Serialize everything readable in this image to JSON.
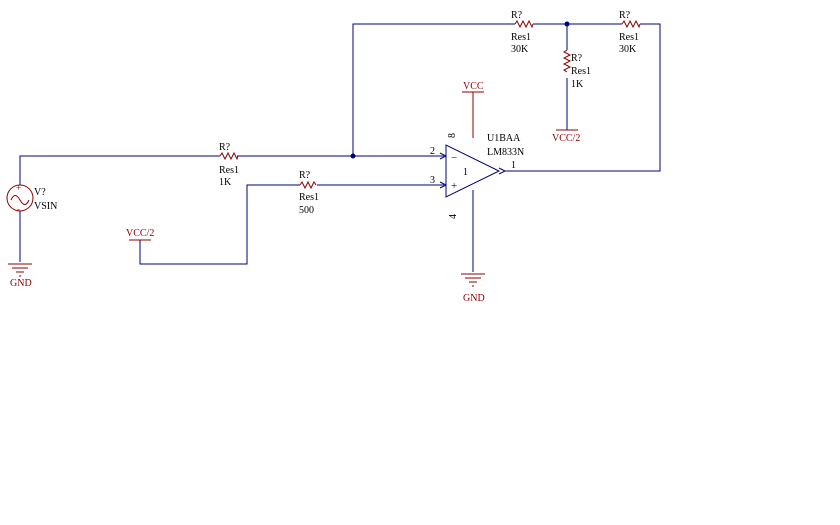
{
  "resistors": [
    {
      "id": "r-input",
      "designator": "R?",
      "type": "Res1",
      "value": "1K"
    },
    {
      "id": "r-plus",
      "designator": "R?",
      "type": "Res1",
      "value": "500"
    },
    {
      "id": "r-fb-left",
      "designator": "R?",
      "type": "Res1",
      "value": "30K"
    },
    {
      "id": "r-fb-shunt",
      "designator": "R?",
      "type": "Res1",
      "value": "1K"
    },
    {
      "id": "r-fb-right",
      "designator": "R?",
      "type": "Res1",
      "value": "30K"
    }
  ],
  "source": {
    "designator": "V?",
    "type": "VSIN",
    "plus": "+",
    "minus": "-"
  },
  "opamp": {
    "designator": "U1BAA",
    "part": "LM833N",
    "unit": "1",
    "pin_inverting": "2",
    "pin_noninverting": "3",
    "pin_output": "1",
    "pin_vplus": "8",
    "pin_vminus": "4",
    "sign_minus": "−",
    "sign_plus": "+"
  },
  "power": {
    "vcc": "VCC",
    "vcc_half_plus": "VCC/2",
    "vcc_half_shunt": "VCC/2",
    "gnd_source": "GND",
    "gnd_opamp": "GND"
  }
}
